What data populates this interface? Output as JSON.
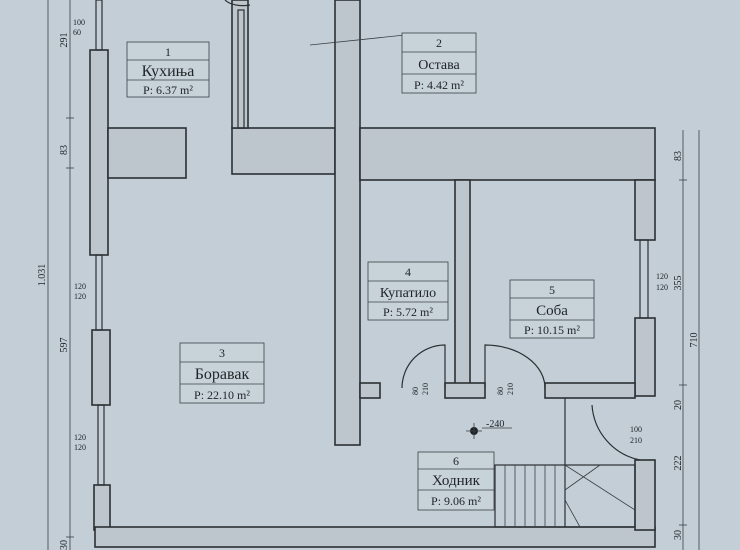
{
  "rooms": [
    {
      "number": "1",
      "name": "Кухиња",
      "area": "P: 6.37 m²"
    },
    {
      "number": "2",
      "name": "Остава",
      "area": "P: 4.42 m²"
    },
    {
      "number": "3",
      "name": "Боравак",
      "area": "P: 22.10 m²"
    },
    {
      "number": "4",
      "name": "Купатило",
      "area": "P: 5.72 m²"
    },
    {
      "number": "5",
      "name": "Соба",
      "area": "P: 10.15 m²"
    },
    {
      "number": "6",
      "name": "Ходник",
      "area": "P: 9.06 m²"
    }
  ],
  "dimensions_left": {
    "total": "1.031",
    "d1": "291",
    "d2": "83",
    "d3": "597",
    "d4": "30"
  },
  "dimensions_right": {
    "total": "710",
    "d1": "83",
    "d2": "355",
    "d3": "20",
    "d4": "222",
    "d5": "30"
  },
  "openings": {
    "top_window": [
      "100",
      "60"
    ],
    "left_window_1": [
      "120",
      "120"
    ],
    "left_window_2": [
      "120",
      "120"
    ],
    "right_window": [
      "120",
      "120"
    ],
    "door_bath": [
      "80",
      "210"
    ],
    "door_room": [
      "80",
      "210"
    ],
    "door_entry": [
      "100",
      "210"
    ]
  },
  "level_mark": "-240"
}
